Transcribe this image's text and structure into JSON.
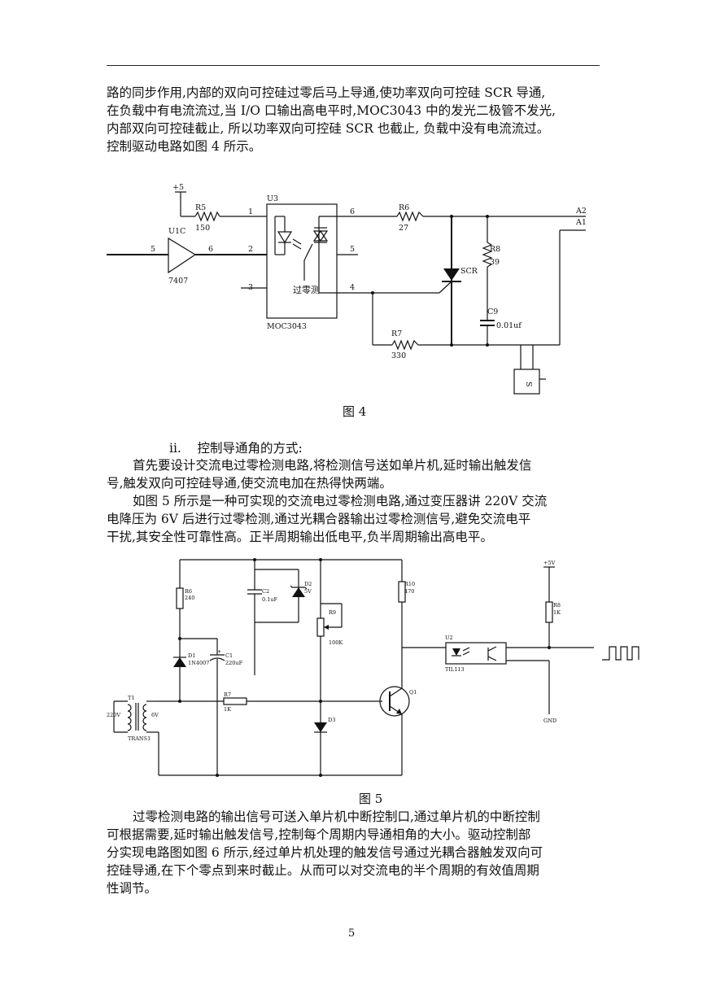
{
  "paragraph1": [
    "路的同步作用,内部的双向可控硅过零后马上导通,使功率双向可控硅 SCR 导通,",
    "在负载中有电流流过,当 I/O 口输出高电平时,MOC3043 中的发光二极管不发光,",
    "内部双向可控硅截止, 所以功率双向可控硅 SCR 也截止, 负载中没有电流流过。",
    "控制驱动电路如图 4 所示。"
  ],
  "figure4": {
    "caption": "图 4",
    "labels": {
      "vcc": "+5",
      "r5": "R5",
      "r5_val": "150",
      "u1c": "U1C",
      "u1c_part": "7407",
      "pin5_in": "5",
      "pin6_out": "6",
      "u3": "U3",
      "u3_part": "MOC3043",
      "u3_pin1": "1",
      "u3_pin2": "2",
      "u3_pin3": "3",
      "u3_pin4": "4",
      "u3_pin5": "5",
      "u3_pin6": "6",
      "zero_cross": "过零测",
      "r6": "R6",
      "r6_val": "27",
      "scr": "SCR",
      "r8": "R8",
      "r8_val": "39",
      "c9": "C9",
      "c9_val": "0.01uf",
      "r7": "R7",
      "r7_val": "330",
      "a2": "A2",
      "a1": "A1",
      "load": "S"
    }
  },
  "heading": "ii.    控制导通角的方式:",
  "paragraph2": [
    "首先要设计交流电过零检测电路,将检测信号送如单片机,延时输出触发信",
    "号,触发双向可控硅导通,使交流电加在热得快两端。"
  ],
  "paragraph3": [
    "如图 5 所示是一种可实现的交流电过零检测电路,通过变压器讲 220V 交流",
    "电降压为 6V 后进行过零检测,通过光耦合器输出过零检测信号,避免交流电平",
    "干扰,其安全性可靠性高。正半周期输出低电平,负半周期输出高电平。"
  ],
  "figure5": {
    "caption": "图 5",
    "labels": {
      "r6": "R6",
      "r6_val": "240",
      "c2": "C2",
      "c2_val": "0.1uF",
      "d2": "D2",
      "d2_val": "5V",
      "r9": "R9",
      "r9_val": "100K",
      "r10": "R10",
      "r10_val": "470",
      "vcc": "+5V",
      "r8": "R8",
      "r8_val": "1K",
      "d1": "D1",
      "d1_val": "1N4007",
      "c1": "C1",
      "c1_val": "220uF",
      "u2": "U2",
      "u2_part": "TIL113",
      "t1": "T1",
      "v220": "220V",
      "v6": "6V",
      "trans": "TRANS1",
      "r7": "R7",
      "r7_val": "1K",
      "d3": "D3",
      "q1": "Q1",
      "gnd": "GND",
      "plus": "+"
    }
  },
  "paragraph4": [
    "过零检测电路的输出信号可送入单片机中断控制口,通过单片机的中断控制",
    "可根据需要,延时输出触发信号,控制每个周期内导通相角的大小。驱动控制部",
    "分实现电路图如图 6 所示,经过单片机处理的触发信号通过光耦合器触发双向可",
    "控硅导通,在下个零点到来时截止。从而可以对交流电的半个周期的有效值周期",
    "性调节。"
  ],
  "page_number": "5"
}
